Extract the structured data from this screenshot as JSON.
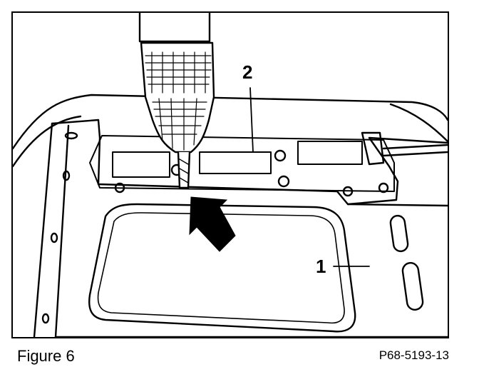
{
  "figure": {
    "caption": "Figure 6",
    "reference": "P68-5193-13",
    "callouts": {
      "part1": "1",
      "part2": "2"
    }
  },
  "colors": {
    "ink": "#000000",
    "paper": "#ffffff"
  }
}
